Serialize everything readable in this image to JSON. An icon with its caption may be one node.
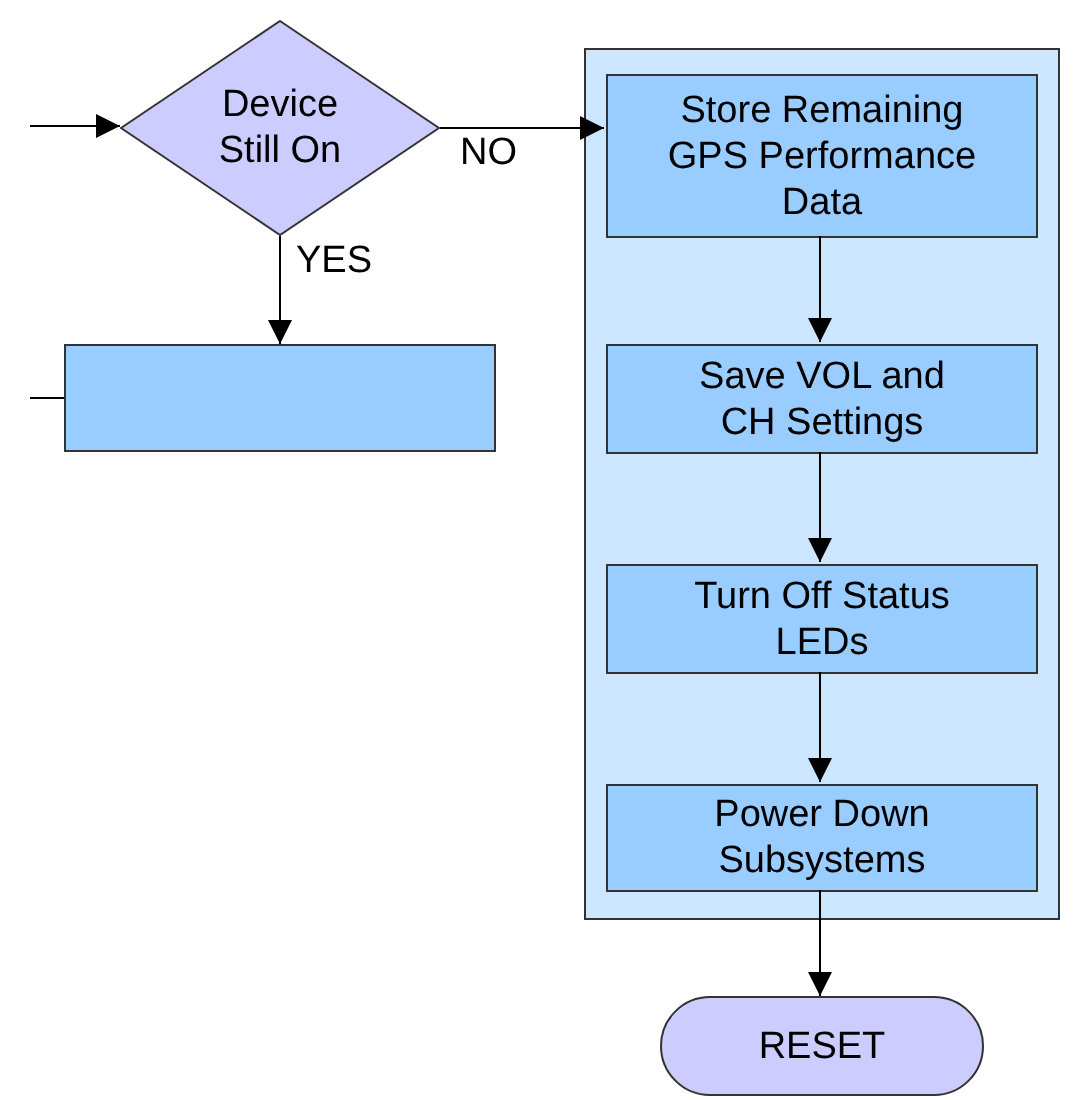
{
  "diagram": {
    "nodes": [
      {
        "text": [
          "Device Still On"
        ]
      },
      {
        "text": [],
        "shape": "box"
      },
      {
        "text": [],
        "shape": "box"
      },
      {
        "text": [
          "Store Remaining GPS Performance Data"
        ],
        "in": 2
      },
      {
        "text": [
          "Save VOL and CH Settings"
        ],
        "in": 2
      },
      {
        "text": [
          "Turn Off Status LEDs"
        ],
        "in": 2
      },
      {
        "text": [
          "Power Down Subsystems"
        ],
        "in": 2
      },
      {
        "text": [
          "RESET"
        ]
      }
    ],
    "edges": [
      {
        "from": null,
        "to": 0,
        "arrow": "to"
      },
      {
        "from": 0,
        "to": 3,
        "arrow": "to",
        "label": "NO"
      },
      {
        "from": 0,
        "to": 1,
        "arrow": "to",
        "label": "YES"
      },
      {
        "from": 1,
        "to": null,
        "arrow": "none"
      },
      {
        "from": 3,
        "to": 4,
        "arrow": "to"
      },
      {
        "from": 4,
        "to": 5,
        "arrow": "to"
      },
      {
        "from": 5,
        "to": 6,
        "arrow": "to"
      },
      {
        "from": 6,
        "to": 7,
        "arrow": "to"
      }
    ]
  }
}
